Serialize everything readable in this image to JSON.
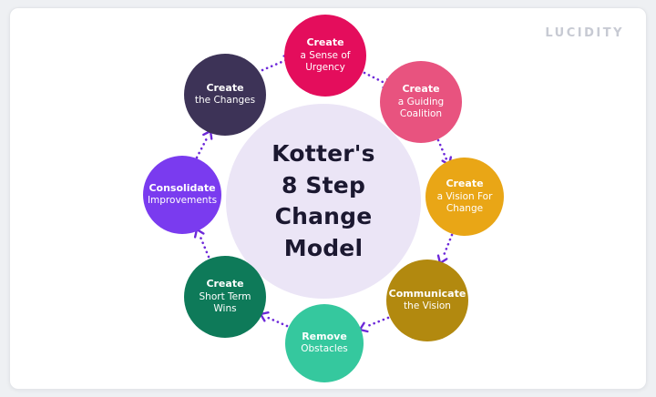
{
  "background": "#eef0f3",
  "card_bg": "#ffffff",
  "logo": "LUCIDITY",
  "arrow_color": "#6d28d9",
  "center": {
    "bg": "#ebe5f6",
    "text_color": "#1b1830",
    "line1": "Kotter's",
    "line2": "8 Step",
    "line3": "Change",
    "line4": "Model"
  },
  "steps": [
    {
      "name": "sense-of-urgency",
      "color": "#e40d5c",
      "title": "Create",
      "sub1": "a Sense of",
      "sub2": "Urgency"
    },
    {
      "name": "guiding-coalition",
      "color": "#e8537f",
      "title": "Create",
      "sub1": "a Guiding",
      "sub2": "Coalition"
    },
    {
      "name": "vision-for-change",
      "color": "#e9a616",
      "title": "Create",
      "sub1": "a Vision For",
      "sub2": "Change"
    },
    {
      "name": "communicate-the-vision",
      "color": "#b2890f",
      "title": "Communicate",
      "sub1": "the Vision"
    },
    {
      "name": "remove-obstacles",
      "color": "#35c89e",
      "title": "Remove",
      "sub1": "Obstacles"
    },
    {
      "name": "short-term-wins",
      "color": "#0e7a59",
      "title": "Create",
      "sub1": "Short Term",
      "sub2": "Wins"
    },
    {
      "name": "consolidate-improvements",
      "color": "#7a3bef",
      "title": "Consolidate",
      "sub1": "Improvements"
    },
    {
      "name": "create-the-changes",
      "color": "#3d3357",
      "title": "Create",
      "sub1": "the Changes"
    }
  ]
}
